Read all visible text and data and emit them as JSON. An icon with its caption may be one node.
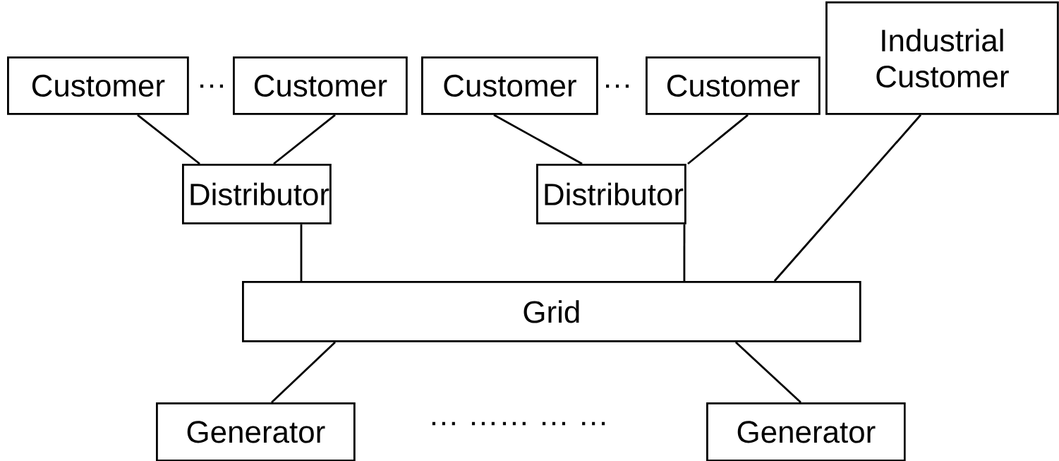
{
  "diagram": {
    "nodes": [
      {
        "text": [
          "Customer"
        ]
      },
      {
        "text": [
          "Customer"
        ]
      },
      {
        "text": [
          "Customer"
        ]
      },
      {
        "text": [
          "Customer"
        ]
      },
      {
        "text": [
          "Industrial Customer"
        ]
      },
      {
        "text": [
          "Distributor"
        ]
      },
      {
        "text": [
          "Distributor"
        ]
      },
      {
        "text": [
          "Grid"
        ]
      },
      {
        "text": [
          "Generator"
        ]
      },
      {
        "text": [
          "Generator"
        ]
      }
    ],
    "edges": [
      {
        "from": 0,
        "to": 5,
        "arrow": "none"
      },
      {
        "from": 1,
        "to": 5,
        "arrow": "none"
      },
      {
        "from": 2,
        "to": 6,
        "arrow": "none"
      },
      {
        "from": 3,
        "to": 6,
        "arrow": "none"
      },
      {
        "from": 4,
        "to": 7,
        "arrow": "none"
      },
      {
        "from": 5,
        "to": 7,
        "arrow": "none"
      },
      {
        "from": 6,
        "to": 7,
        "arrow": "none"
      },
      {
        "from": 7,
        "to": 8,
        "arrow": "none"
      },
      {
        "from": 7,
        "to": 9,
        "arrow": "none"
      }
    ],
    "labels": [
      "…",
      "…",
      "… …… … …"
    ]
  }
}
